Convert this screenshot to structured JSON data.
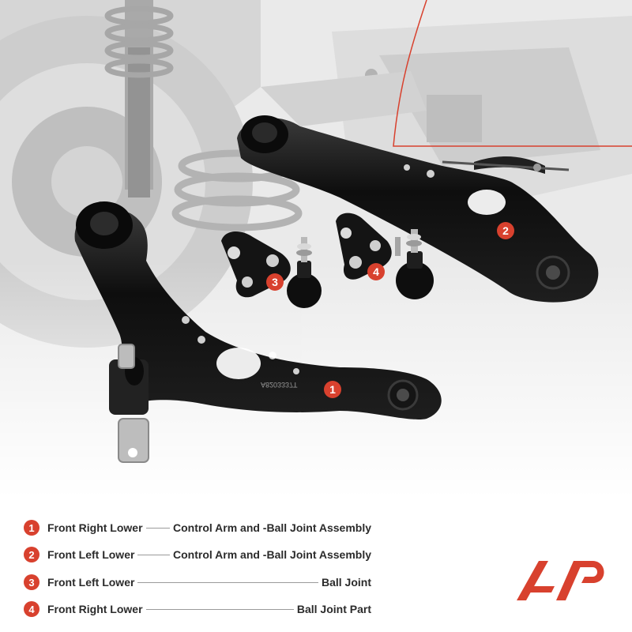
{
  "badges": [
    "1",
    "2",
    "3",
    "4"
  ],
  "legend": [
    {
      "num": "1",
      "name": "Front Right Lower",
      "desc": "Control Arm and -Ball Joint Assembly"
    },
    {
      "num": "2",
      "name": "Front Left Lower",
      "desc": "Control Arm and -Ball Joint Assembly"
    },
    {
      "num": "3",
      "name": "Front Left Lower",
      "desc": "Ball Joint"
    },
    {
      "num": "4",
      "name": "Front Right Lower",
      "desc": "Ball Joint Part"
    }
  ],
  "part_stamp": "A8203337T",
  "colors": {
    "accent": "#d8412e",
    "part": "#161616",
    "background": "#ffffff"
  }
}
